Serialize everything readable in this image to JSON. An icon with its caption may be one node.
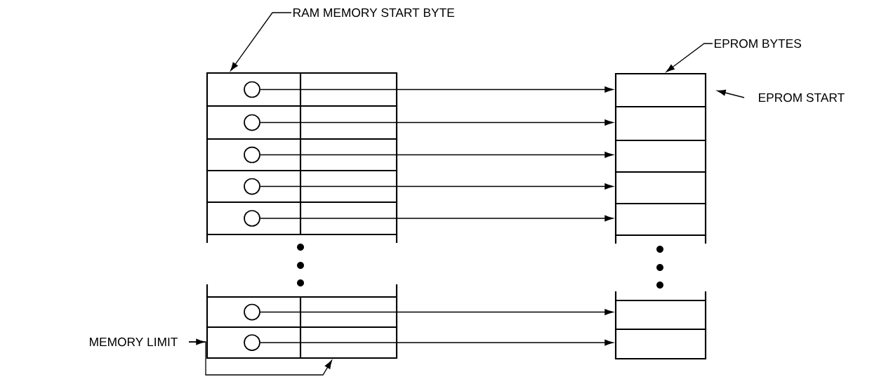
{
  "diagram": {
    "nodes": [
      {
        "text": [
          "RAM MEMORY START BYTE"
        ]
      },
      {
        "text": [
          "EPROM BYTES"
        ]
      },
      {
        "text": [
          "EPROM START"
        ]
      },
      {
        "text": [],
        "shape": "box"
      },
      {
        "text": [],
        "shape": "box"
      },
      {
        "text": [],
        "shape": "box"
      },
      {
        "text": [],
        "shape": "box"
      },
      {
        "text": [],
        "shape": "box"
      },
      {
        "text": [],
        "shape": "box"
      },
      {
        "text": [],
        "shape": "box"
      },
      {
        "text": [],
        "shape": "circle",
        "in": 3
      },
      {
        "text": [],
        "shape": "circle",
        "in": 4
      },
      {
        "text": [],
        "shape": "circle",
        "in": 5
      },
      {
        "text": [],
        "shape": "circle",
        "in": 6
      },
      {
        "text": [],
        "shape": "circle",
        "in": 7
      },
      {
        "text": [],
        "shape": "circle",
        "in": 8
      },
      {
        "text": [],
        "shape": "circle",
        "in": 9
      },
      {
        "text": [],
        "shape": "box"
      },
      {
        "text": [],
        "shape": "box"
      },
      {
        "text": [],
        "shape": "box"
      },
      {
        "text": [],
        "shape": "box"
      },
      {
        "text": [],
        "shape": "box"
      },
      {
        "text": [],
        "shape": "box"
      },
      {
        "text": [],
        "shape": "box"
      },
      {
        "text": [
          "MEMORY LIMIT"
        ]
      }
    ],
    "edges": [
      {
        "from": 0,
        "to": 3,
        "arrow": "to"
      },
      {
        "from": 1,
        "to": 17,
        "arrow": "to"
      },
      {
        "from": 2,
        "to": 17,
        "arrow": "to"
      },
      {
        "from": 10,
        "to": 17,
        "arrow": "to"
      },
      {
        "from": 11,
        "to": 18,
        "arrow": "to"
      },
      {
        "from": 12,
        "to": 19,
        "arrow": "to"
      },
      {
        "from": 13,
        "to": 20,
        "arrow": "to"
      },
      {
        "from": 14,
        "to": 21,
        "arrow": "to"
      },
      {
        "from": 15,
        "to": 22,
        "arrow": "to"
      },
      {
        "from": 16,
        "to": 23,
        "arrow": "to"
      },
      {
        "from": 24,
        "to": 9,
        "arrow": "to"
      },
      {
        "from": 24,
        "to": 9,
        "arrow": "to"
      }
    ]
  }
}
